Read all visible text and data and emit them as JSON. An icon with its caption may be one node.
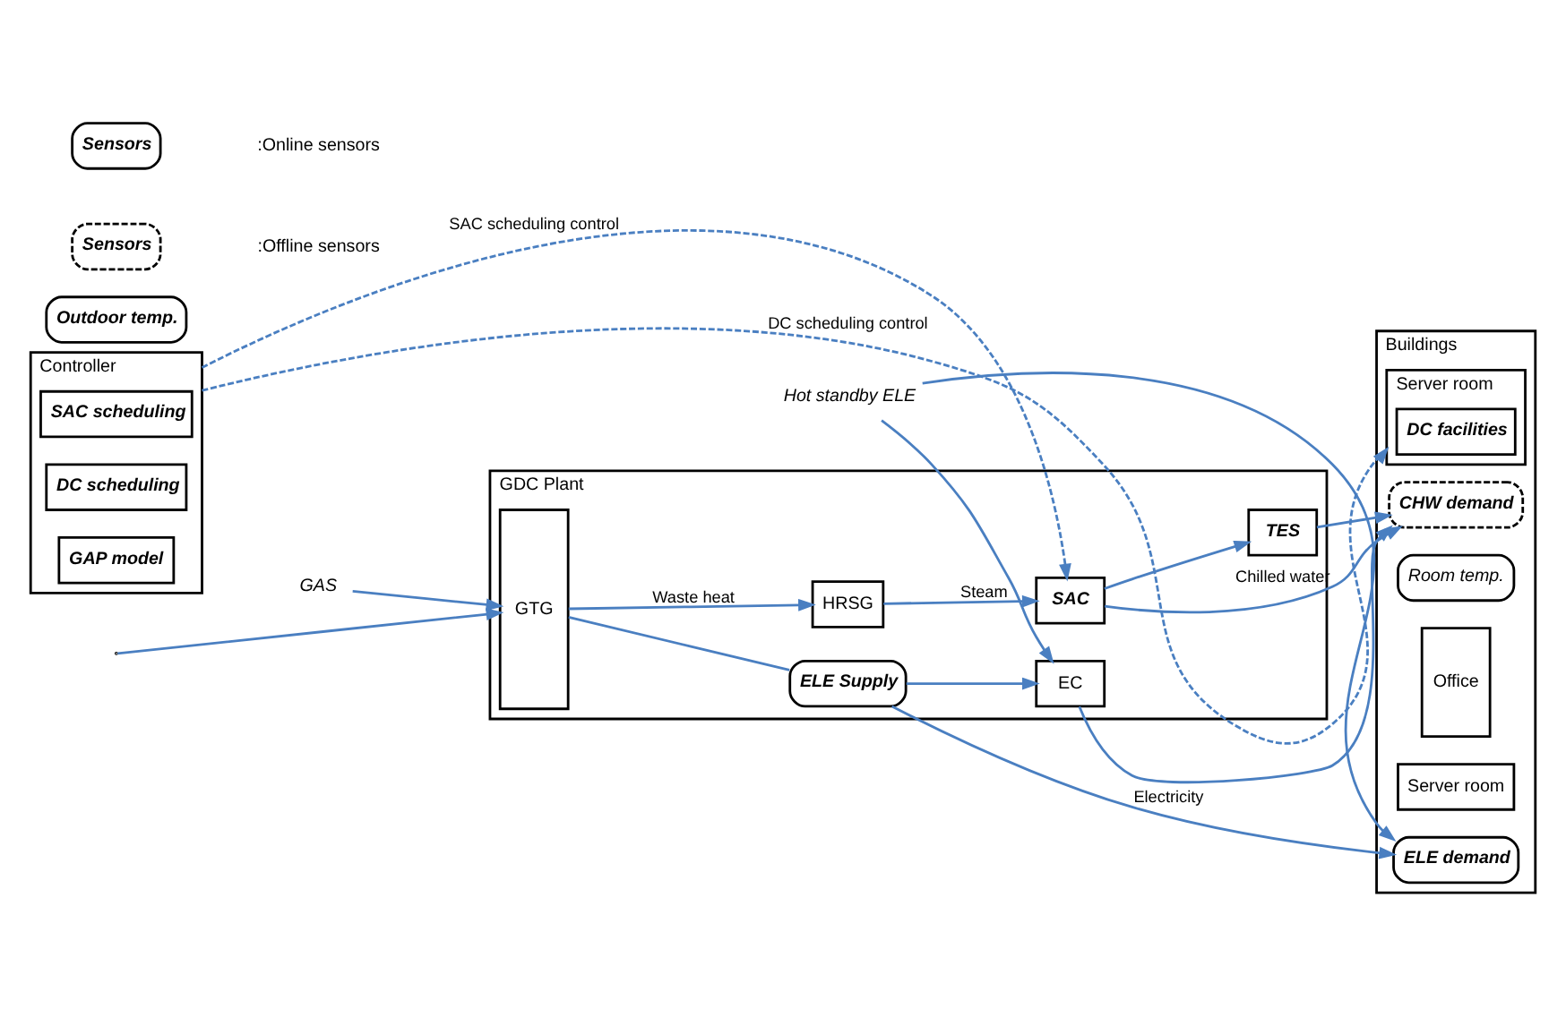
{
  "diagram": {
    "nodes": [
      {
        "text": [
          "GDC Plant"
        ]
      },
      {
        "text": [
          "GTG"
        ],
        "in": 0
      },
      {
        "text": [
          "HRSG"
        ],
        "in": 0
      },
      {
        "text": [
          "SAC"
        ],
        "in": 0
      },
      {
        "text": [
          "EC"
        ],
        "in": 0
      },
      {
        "text": [
          "TES"
        ],
        "in": 0
      },
      {
        "text": [
          "ELE Supply"
        ],
        "in": 0
      },
      {
        "text": [
          "Buildings"
        ]
      },
      {
        "text": [
          "CHW demand"
        ],
        "in": 7
      },
      {
        "text": [
          "Room temp."
        ],
        "in": 7
      },
      {
        "text": [
          "Office"
        ],
        "in": 7
      },
      {
        "text": [
          "Server room"
        ],
        "in": 7
      },
      {
        "text": [
          "Server room"
        ],
        "in": 7
      },
      {
        "text": [
          "DC facilities"
        ],
        "in": 12
      },
      {
        "text": [
          "ELE demand"
        ],
        "in": 7
      },
      {
        "text": [
          "Outdoor temp."
        ]
      },
      {
        "text": [
          "Controller"
        ]
      },
      {
        "text": [
          "SAC scheduling"
        ],
        "in": 16
      },
      {
        "text": [
          "DC scheduling"
        ],
        "in": 16
      },
      {
        "text": [
          "GAP model"
        ],
        "in": 16
      },
      {
        "text": [
          "GAS"
        ]
      },
      {
        "text": [
          "Hot standby ELE"
        ]
      },
      {
        "text": [
          "Sensors"
        ]
      },
      {
        "text": [
          "Sensors"
        ]
      }
    ],
    "edges": [
      {
        "from": null,
        "to": 1,
        "arrow": "to"
      },
      {
        "from": 1,
        "to": 2,
        "arrow": "to",
        "label": "Waste heat"
      },
      {
        "from": 2,
        "to": 3,
        "arrow": "to",
        "label": "Steam"
      },
      {
        "from": 1,
        "to": 6,
        "arrow": "none"
      },
      {
        "from": 20,
        "to": 1,
        "arrow": "to"
      },
      {
        "from": 6,
        "to": 4,
        "arrow": "to"
      },
      {
        "from": 6,
        "to": 14,
        "arrow": "to",
        "label": "Electricity"
      },
      {
        "from": 21,
        "to": 4,
        "arrow": "to"
      },
      {
        "from": 21,
        "to": 14,
        "arrow": "to"
      },
      {
        "from": 3,
        "to": 8,
        "arrow": "to",
        "label": "Chilled water"
      },
      {
        "from": 4,
        "to": 8,
        "arrow": "to"
      },
      {
        "from": 5,
        "to": 8,
        "arrow": "to"
      },
      {
        "from": 3,
        "to": 5,
        "arrow": "to"
      },
      {
        "from": 16,
        "to": 3,
        "arrow": "to",
        "label": "SAC scheduling control",
        "style": "dashed"
      },
      {
        "from": 16,
        "to": 12,
        "arrow": "to",
        "label": "DC scheduling control",
        "style": "dashed"
      }
    ],
    "legend": [
      {
        "text": ":Online sensors"
      },
      {
        "text": ":Offline sensors"
      }
    ]
  }
}
